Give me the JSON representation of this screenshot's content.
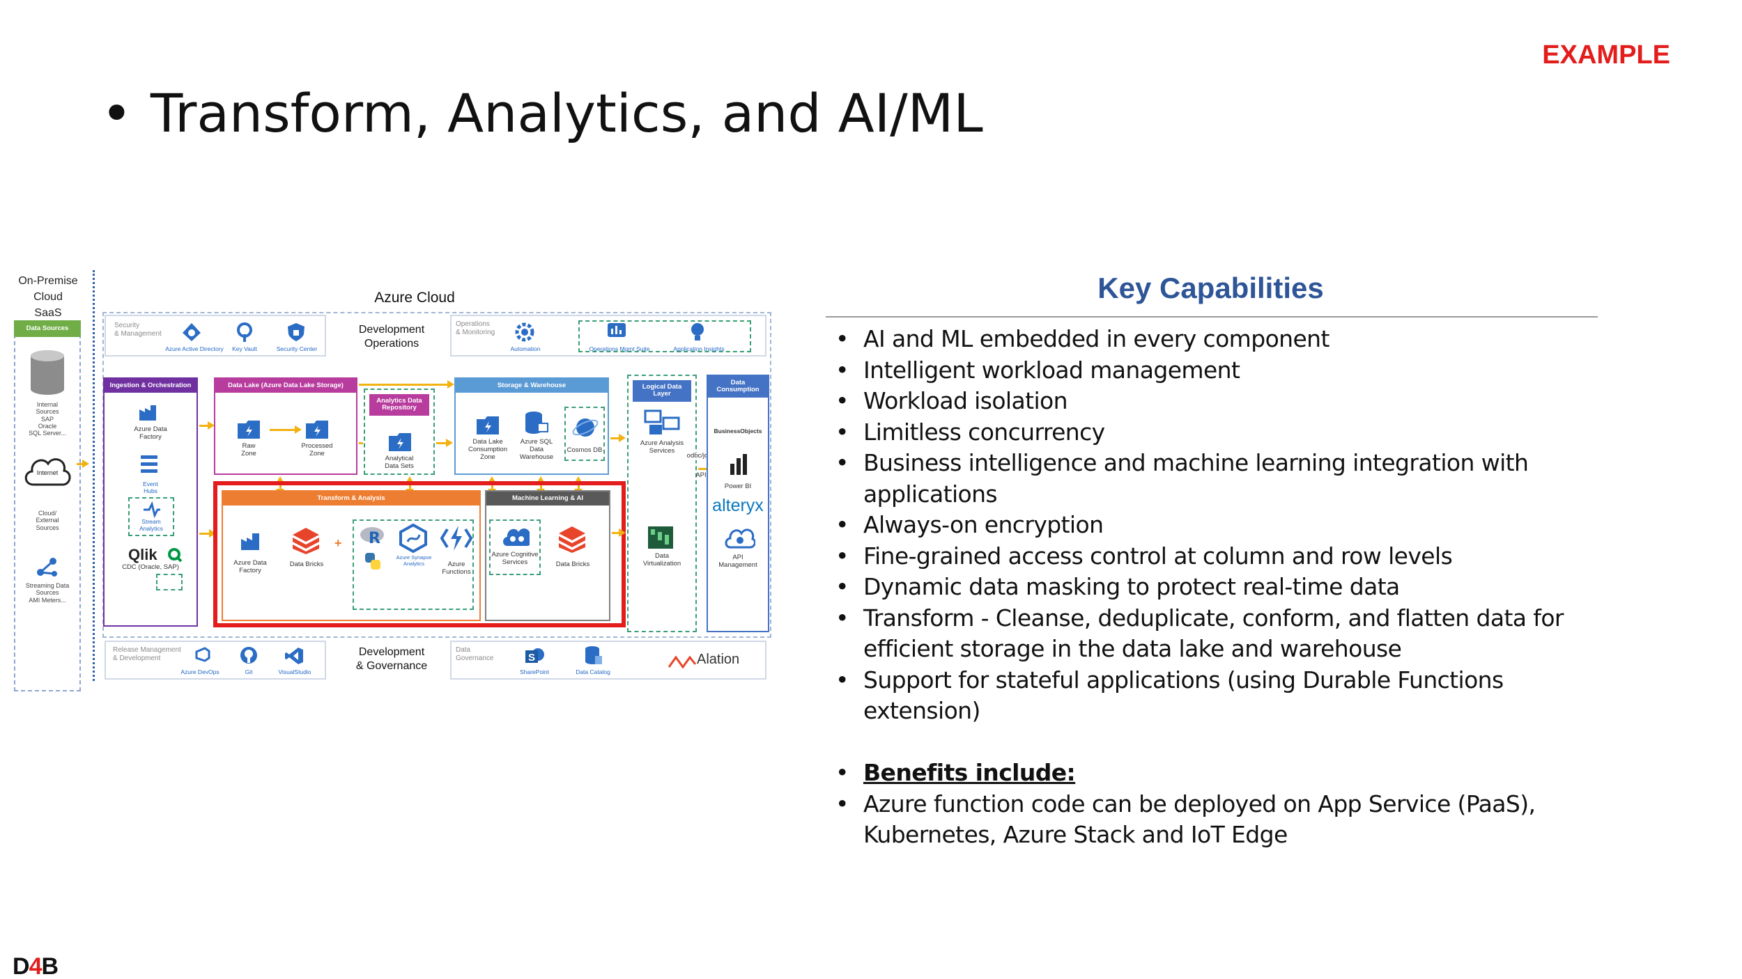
{
  "example_tag": "EXAMPLE",
  "title": "Transform, Analytics, and AI/ML",
  "title_bullet": "•",
  "brand": {
    "prefix": "D",
    "middle": "4",
    "suffix": "B"
  },
  "diagram": {
    "sources": {
      "header": "On-Premise\nCloud\nSaaS",
      "box_title": "Data Sources",
      "internal": "Internal\nSources\nSAP\nOracle\nSQL Server...",
      "internet": "Internet",
      "cloud_external": "Cloud/\nExternal\nSources",
      "streaming": "Streaming Data\nSources\nAMI Meters..."
    },
    "cloud_title": "Azure Cloud",
    "top_bar": {
      "security_label": "Security\n& Management",
      "aad": "Azure Active Directory",
      "key_vault": "Key Vault",
      "security_center": "Security Center",
      "dev_ops": "Development\nOperations",
      "operations_label": "Operations\n& Monitoring",
      "automation": "Automation",
      "oms": "Operations Mgmt Suite",
      "app_insights": "Application Insights"
    },
    "ingestion": {
      "header": "Ingestion & Orchestration",
      "adf": "Azure Data\nFactory",
      "event_hubs": "Event\nHubs",
      "stream": "Stream\nAnalytics",
      "qlik": "Qlik",
      "cdc": "CDC (Oracle, SAP)"
    },
    "lake": {
      "header": "Data Lake (Azure Data Lake Storage)",
      "raw": "Raw\nZone",
      "processed": "Processed\nZone"
    },
    "analytics_repo": {
      "header": "Analytics Data\nRepository",
      "sets": "Analytical\nData Sets"
    },
    "storage": {
      "header": "Storage & Warehouse",
      "consumption": "Data Lake\nConsumption\nZone",
      "sql_dw": "Azure SQL\nData\nWarehouse",
      "cosmos": "Cosmos DB"
    },
    "logical": {
      "header": "Logical Data\nLayer",
      "aas": "Azure Analysis\nServices",
      "virtualization": "Data\nVirtualization",
      "odbc": "odbc/jdbc",
      "api": "API"
    },
    "consumption": {
      "header": "Data\nConsumption",
      "bo": "BusinessObjects",
      "powerbi": "Power BI",
      "alteryx": "alteryx",
      "api_mgmt": "API\nManagement"
    },
    "transform": {
      "header": "Transform & Analysis",
      "adf": "Azure Data\nFactory",
      "databricks": "Data Bricks",
      "synapse": "Azure Synapse Analytics",
      "functions": "Azure\nFunctions"
    },
    "ml": {
      "header": "Machine Learning & AI",
      "cognitive": "Azure Cognitive\nServices",
      "databricks": "Data Bricks"
    },
    "bottom_bar": {
      "release_label": "Release Management\n& Development",
      "devops": "Azure DevOps",
      "git": "Git",
      "vs": "VisualStudio",
      "dev_gov": "Development\n& Governance",
      "gov_label": "Data\nGovernance",
      "sharepoint": "SharePoint",
      "catalog": "Data Catalog",
      "alation": "Alation"
    },
    "colors": {
      "ingestion": "#7030a0",
      "lake": "#b83b9e",
      "storage": "#5b9bd5",
      "logical": "#4472c4",
      "transform": "#ed7d31",
      "ml": "#595959",
      "highlight": "#e31c1c",
      "arrow": "#f2b211",
      "sources": "#70ad47"
    }
  },
  "key_capabilities": {
    "title": "Key Capabilities",
    "items": [
      "AI and ML embedded in every component",
      "Intelligent workload management",
      "Workload isolation",
      "Limitless concurrency",
      "Business intelligence and machine learning integration with applications",
      "Always-on encryption",
      "Fine-grained access control at column and row levels",
      "Dynamic data masking to protect real-time data",
      "Transform - Cleanse, deduplicate, conform, and flatten data for efficient storage in the data lake and warehouse",
      "Support for stateful applications (using Durable Functions extension)"
    ],
    "benefits_heading": "Benefits include:",
    "benefits": [
      "Azure function code can be deployed on App Service (PaaS), Kubernetes, Azure Stack and IoT Edge"
    ]
  }
}
